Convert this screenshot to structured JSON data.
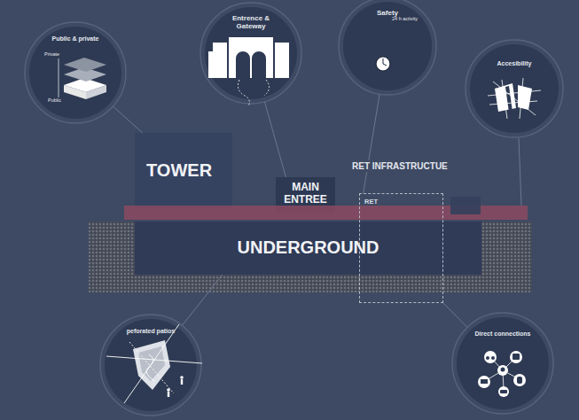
{
  "diagram": {
    "nodes": [
      {
        "text": [
          "Public & private"
        ]
      },
      {
        "text": [
          "Entrence & Gateway"
        ]
      },
      {
        "text": [
          "Safety",
          "24 h activity"
        ]
      },
      {
        "text": [
          "Accesibility"
        ]
      },
      {
        "text": [
          "TOWER"
        ]
      },
      {
        "text": [
          "MAIN ENTREE"
        ]
      },
      {
        "text": [
          "RET"
        ]
      },
      {
        "text": [
          "UNDERGROUND"
        ]
      },
      {
        "text": [
          "peforated patios"
        ]
      },
      {
        "text": [
          "Direct connections"
        ]
      }
    ],
    "edges": [
      {
        "from": 0,
        "to": 4,
        "arrow": "none"
      },
      {
        "from": 1,
        "to": 5,
        "arrow": "none"
      },
      {
        "from": 2,
        "to": 6,
        "arrow": "none"
      },
      {
        "from": 8,
        "to": 7,
        "arrow": "none"
      },
      {
        "from": 9,
        "to": 6,
        "arrow": "none"
      }
    ],
    "labels": [
      "Private",
      "Public",
      "RET INFRASTRUCTUE"
    ]
  }
}
